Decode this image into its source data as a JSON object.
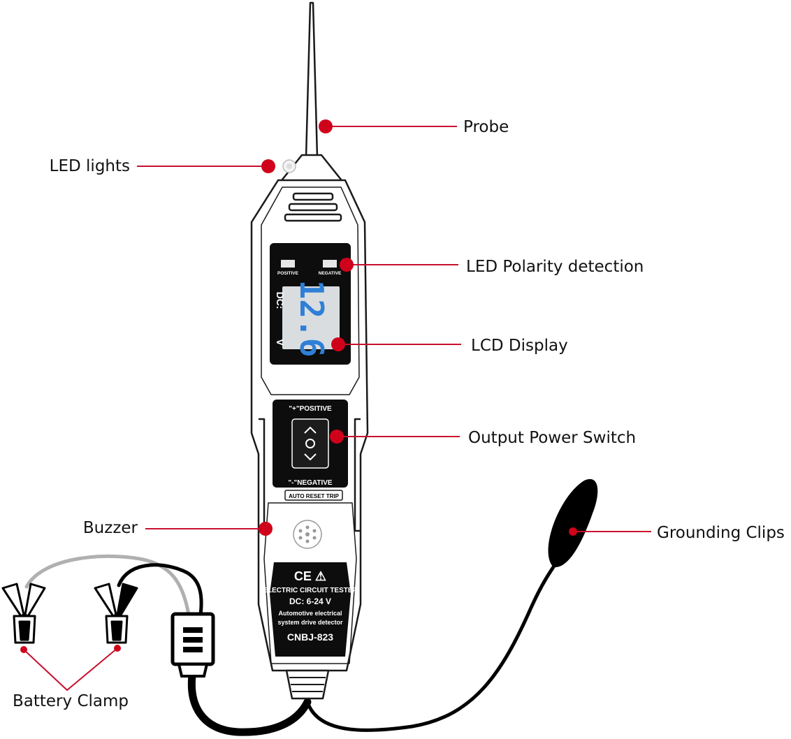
{
  "colors": {
    "leader": "#c8102e",
    "dot": "#d0021b",
    "outline": "#1a1a1a",
    "panel": "#0d0d0d",
    "lcd": "#d9dde0",
    "lcd_digits": "#2f7fd6",
    "cable_black": "#000000",
    "cable_gray": "#b0b0b0"
  },
  "labels": {
    "probe": "Probe",
    "led_lights": "LED lights",
    "led_polarity": "LED Polarity detection",
    "lcd_display": "LCD Display",
    "output_power_switch": "Output Power Switch",
    "buzzer": "Buzzer",
    "grounding_clips": "Grounding Clips",
    "battery_clamp": "Battery Clamp"
  },
  "device": {
    "indicator_positive": "POSITIVE",
    "indicator_negative": "NEGATIVE",
    "dc_label": "DC:",
    "reading": "12.6",
    "unit": "V",
    "switch_positive": "\"+\"POSITIVE",
    "switch_negative": "\"-\"NEGATIVE",
    "auto_reset": "AUTO RESET TRIP",
    "marks": "CE ⚠",
    "product_title": "ELECTRIC CIRCUIT TESTER",
    "dc_range": "DC: 6-24 V",
    "desc_line1": "Automotive electrical",
    "desc_line2": "system drive detector",
    "model": "CNBJ-823"
  }
}
